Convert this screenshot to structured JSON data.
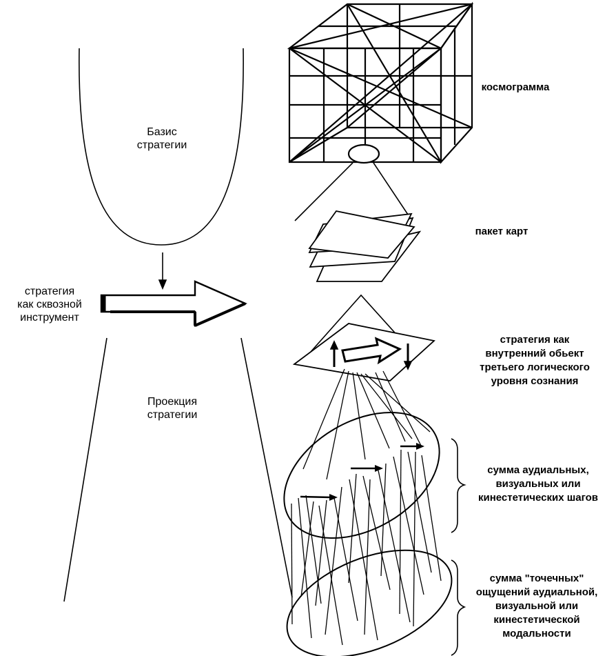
{
  "labels": {
    "basis": "Базис\nстратегии",
    "tool": "стратегия\nкак сквозной\nинструмент",
    "projection": "Проекция\nстратегии",
    "cosmogram": "космограмма",
    "card_pack": "пакет карт",
    "internal_object": "стратегия как\nвнутренний обьект\nтретьего логического\nуровня сознания",
    "steps_sum": "сумма аудиальных,\nвизуальных или\nкинестетических шагов",
    "sensations_sum": "сумма \"точечных\"\nощущений аудиальной,\nвизуальной или\nкинестетической\nмодальности"
  },
  "colors": {
    "ink": "#000000",
    "background": "#ffffff"
  }
}
